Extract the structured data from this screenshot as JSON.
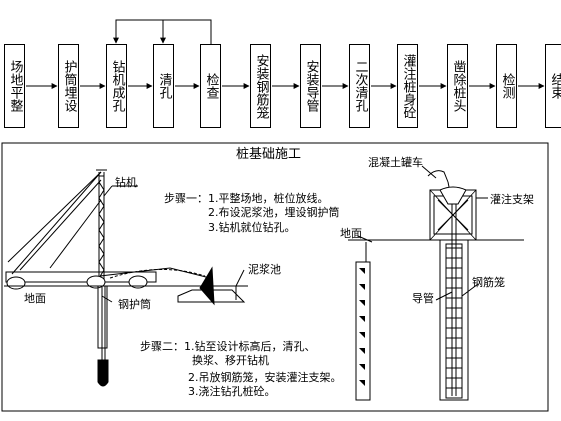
{
  "flow": {
    "steps": [
      "场地平整",
      "护筒埋设",
      "钻机成孔",
      "清孔",
      "检查",
      "安装钢筋笼",
      "安装导管",
      "二次清孔",
      "灌注桩身砼",
      "凿除桩头",
      "检测",
      "结束"
    ]
  },
  "panel": {
    "title": "桩基础施工",
    "step1": {
      "heading": "步骤一：",
      "lines": [
        "1.平整场地，桩位放线。",
        "2.布设泥浆池，埋设钢护筒",
        "3.钻机就位钻孔。"
      ]
    },
    "step2": {
      "heading": "步骤二：",
      "lines": [
        "1.钻至设计标高后，清孔、",
        "换浆、移开钻机",
        "2.吊放钢筋笼，安装灌注支架。",
        "3.浇注钻孔桩砼。"
      ]
    },
    "labels": {
      "drill_rig": "钻机",
      "ground_left": "地面",
      "casing": "钢护筒",
      "mud_pit": "泥浆池",
      "concrete_truck": "混凝土罐车",
      "pour_frame": "灌注支架",
      "ground_right": "地面",
      "tremie": "导管",
      "rebar_cage": "钢筋笼"
    }
  }
}
